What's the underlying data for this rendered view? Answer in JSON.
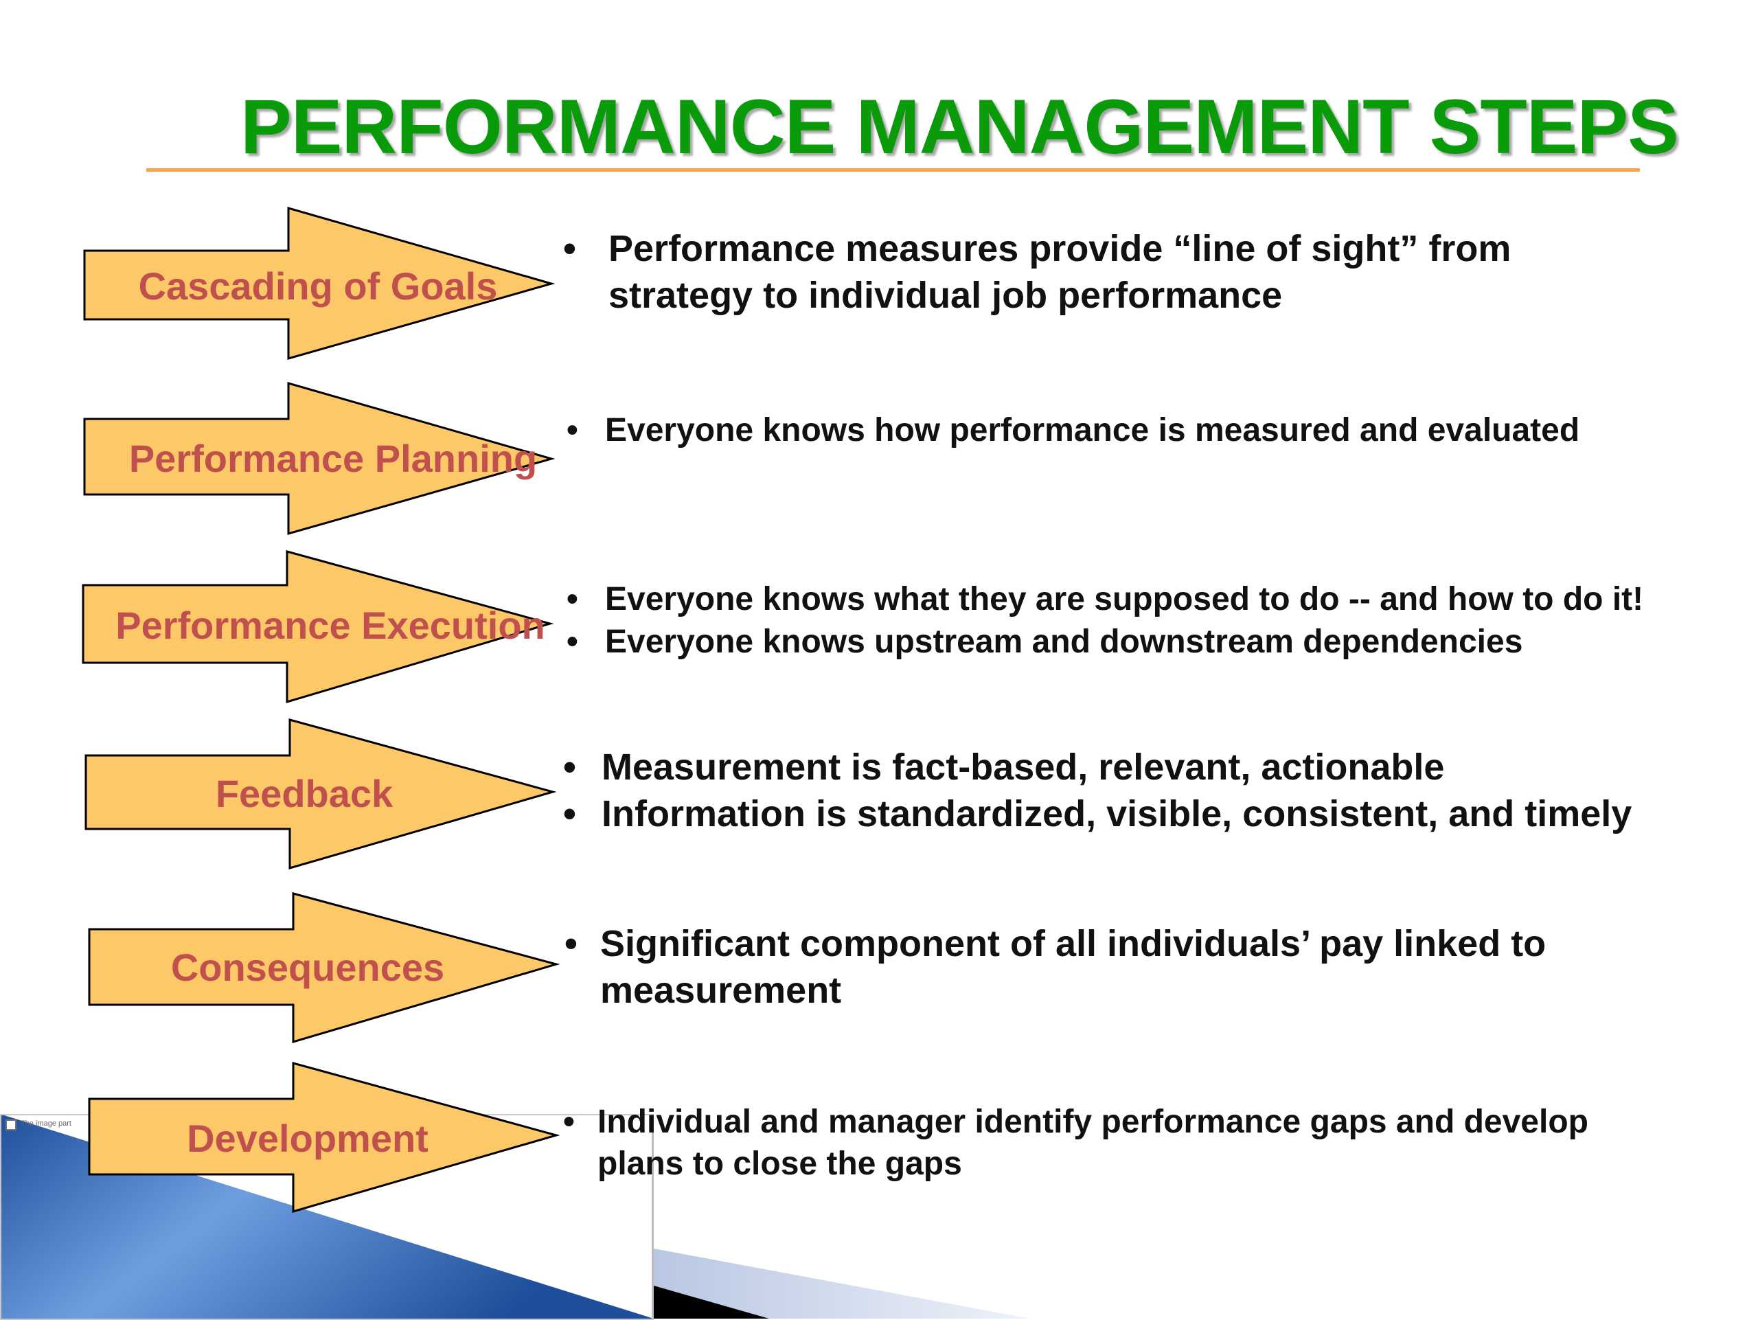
{
  "title": "PERFORMANCE MANAGEMENT STEPS",
  "colors": {
    "title": "#0a9b0a",
    "rule": "#f2a54a",
    "arrow_fill": "#fdc868",
    "arrow_label": "#c0504d",
    "bullet_text": "#111111",
    "decor_blue": "#2f5ea8"
  },
  "steps": [
    {
      "label": "Cascading of Goals",
      "bullets": [
        "Performance measures provide “line of sight” from strategy to individual job performance"
      ]
    },
    {
      "label": "Performance Planning",
      "bullets": [
        "Everyone knows how performance is measured and evaluated"
      ]
    },
    {
      "label": "Performance Execution",
      "bullets": [
        "Everyone knows what they are supposed to do -- and how to do it!",
        "Everyone knows upstream and downstream dependencies"
      ]
    },
    {
      "label": "Feedback",
      "bullets": [
        "Measurement is fact-based, relevant, actionable",
        "Information is  standardized, visible, consistent, and timely"
      ]
    },
    {
      "label": "Consequences",
      "bullets": [
        "Significant component of all individuals’ pay linked to measurement"
      ]
    },
    {
      "label": "Development",
      "bullets": [
        "Individual and manager identify performance gaps and develop plans to close the gaps"
      ]
    }
  ],
  "image_placeholder": {
    "icon": "broken-image-icon",
    "text": "The image part"
  },
  "bullet_glyph": "•"
}
